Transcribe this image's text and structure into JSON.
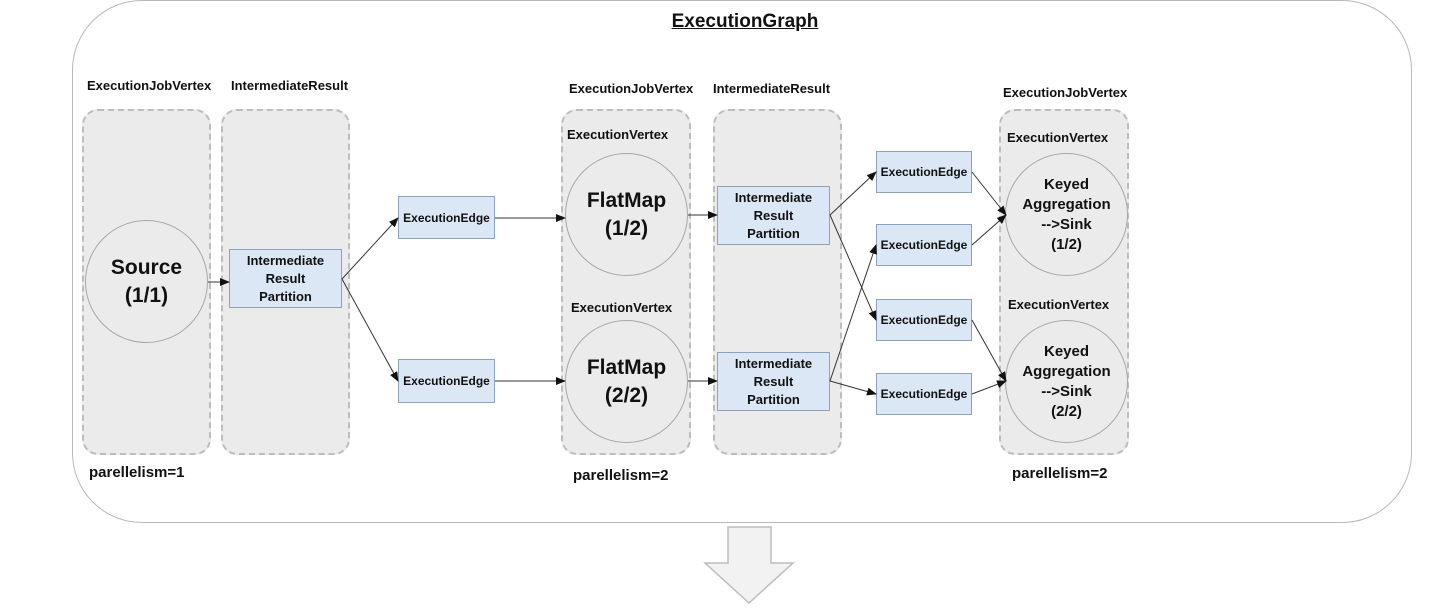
{
  "title": "ExecutionGraph",
  "stages": [
    {
      "job_vertex_label": "ExecutionJobVertex",
      "result_label": "IntermediateResult",
      "parallelism_label": "parellelism=1",
      "vertices": [
        {
          "name": "Source\n(1/1)"
        }
      ],
      "partitions": [
        "Intermediate\nResult\nPartition"
      ]
    },
    {
      "job_vertex_label": "ExecutionJobVertex",
      "result_label": "IntermediateResult",
      "parallelism_label": "parellelism=2",
      "vertex_labels": [
        "ExecutionVertex",
        "ExecutionVertex"
      ],
      "vertices": [
        {
          "name": "FlatMap\n(1/2)"
        },
        {
          "name": "FlatMap\n(2/2)"
        }
      ],
      "partitions": [
        "Intermediate\nResult\nPartition",
        "Intermediate\nResult\nPartition"
      ]
    },
    {
      "job_vertex_label": "ExecutionJobVertex",
      "parallelism_label": "parellelism=2",
      "vertex_labels": [
        "ExecutionVertex",
        "ExecutionVertex"
      ],
      "vertices": [
        {
          "name": "Keyed\nAggregation\n-->Sink\n(1/2)"
        },
        {
          "name": "Keyed\nAggregation\n-->Sink\n(2/2)"
        }
      ]
    }
  ],
  "edge_label": "ExecutionEdge",
  "edges_stage1": [
    "ExecutionEdge",
    "ExecutionEdge"
  ],
  "edges_stage2": [
    "ExecutionEdge",
    "ExecutionEdge",
    "ExecutionEdge",
    "ExecutionEdge"
  ]
}
